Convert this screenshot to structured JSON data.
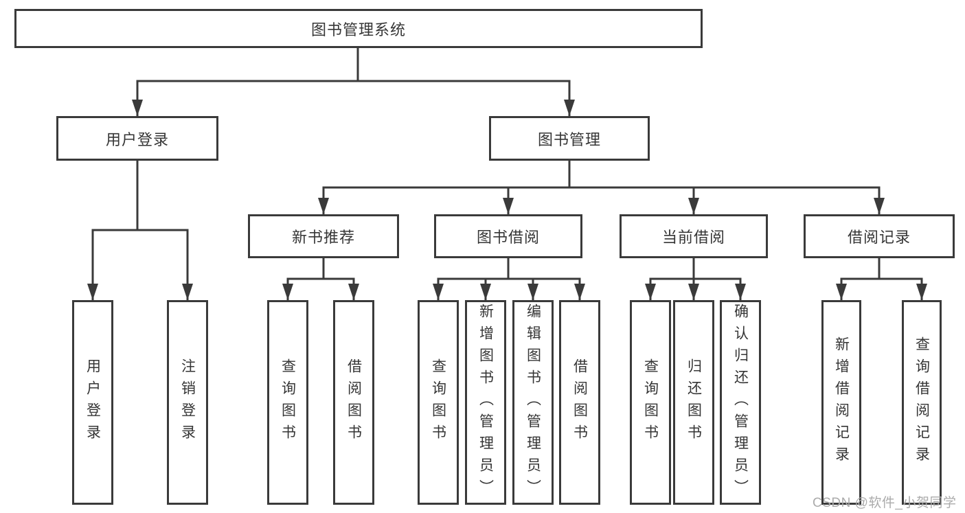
{
  "meta": {
    "type": "tree-diagram",
    "orientation": "top-down"
  },
  "colors": {
    "line": "#3a3a3a",
    "box_border": "#3a3a3a",
    "box_background": "#ffffff",
    "text": "#353535",
    "watermark": "#ababab"
  },
  "watermark": "CSDN @软件_小贺同学",
  "nodes": {
    "root": "图书管理系统",
    "user_login": "用户登录",
    "book_mgmt": "图书管理",
    "new_book_rec": "新书推荐",
    "book_borrow": "图书借阅",
    "current_borrow": "当前借阅",
    "borrow_records": "借阅记录",
    "login": "用户登录",
    "logout": "注销登录",
    "rec_query_book": "查询图书",
    "rec_borrow_book": "借阅图书",
    "bb_query_book": "查询图书",
    "bb_add_book": "新增图书（管理员）",
    "bb_edit_book": "编辑图书（管理员）",
    "bb_borrow_book": "借阅图书",
    "cur_query_book": "查询图书",
    "cur_return_book": "归还图书",
    "cur_confirm_return": "确认归还（管理员）",
    "add_borrow_record": "新增借阅记录",
    "query_borrow_record": "查询借阅记录"
  },
  "edges": [
    [
      "root",
      "user_login"
    ],
    [
      "root",
      "book_mgmt"
    ],
    [
      "user_login",
      "login"
    ],
    [
      "user_login",
      "logout"
    ],
    [
      "book_mgmt",
      "new_book_rec"
    ],
    [
      "book_mgmt",
      "book_borrow"
    ],
    [
      "book_mgmt",
      "current_borrow"
    ],
    [
      "book_mgmt",
      "borrow_records"
    ],
    [
      "new_book_rec",
      "rec_query_book"
    ],
    [
      "new_book_rec",
      "rec_borrow_book"
    ],
    [
      "book_borrow",
      "bb_query_book"
    ],
    [
      "book_borrow",
      "bb_add_book"
    ],
    [
      "book_borrow",
      "bb_edit_book"
    ],
    [
      "book_borrow",
      "bb_borrow_book"
    ],
    [
      "current_borrow",
      "cur_query_book"
    ],
    [
      "current_borrow",
      "cur_return_book"
    ],
    [
      "current_borrow",
      "cur_confirm_return"
    ],
    [
      "borrow_records",
      "add_borrow_record"
    ],
    [
      "borrow_records",
      "query_borrow_record"
    ]
  ]
}
